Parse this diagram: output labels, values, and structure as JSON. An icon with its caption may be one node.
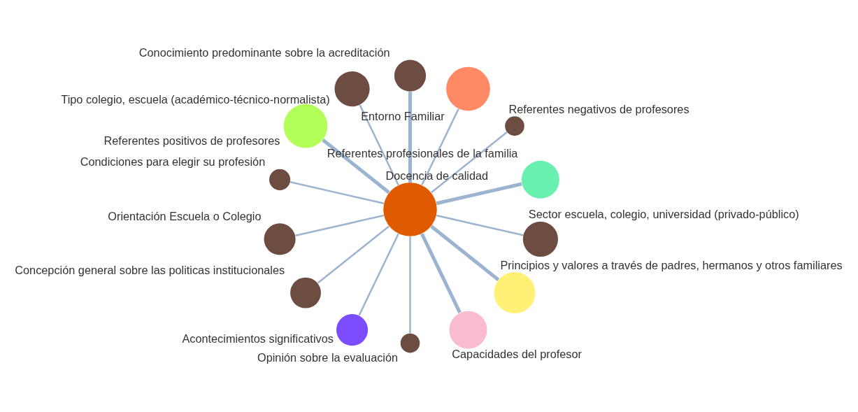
{
  "diagram": {
    "nodes": [
      {
        "text": [
          "Docencia de calidad"
        ]
      },
      {
        "text": [
          "Referentes profesionales de la familia"
        ]
      },
      {
        "text": [
          "Referentes negativos de profesores"
        ]
      },
      {
        "text": [
          "Entorno Familiar"
        ]
      },
      {
        "text": [
          "Conocimiento predominante sobre la acreditación"
        ]
      },
      {
        "text": [
          "Tipo colegio, escuela (académico-técnico-normalista)"
        ]
      },
      {
        "text": [
          "Referentes positivos de profesores"
        ]
      },
      {
        "text": [
          "Condiciones para elegir su profesión"
        ]
      },
      {
        "text": [
          "Orientación Escuela o Colegio"
        ]
      },
      {
        "text": [
          "Concepción general sobre las politicas institucionales"
        ]
      },
      {
        "text": [
          "Acontecimientos significativos"
        ]
      },
      {
        "text": [
          "Opinión sobre la evaluación"
        ]
      },
      {
        "text": [
          "Capacidades del profesor"
        ]
      },
      {
        "text": [
          "Principios y valores a través de padres, hermanos y otros familiares"
        ]
      },
      {
        "text": [
          "Sector escuela, colegio, universidad (privado-público)"
        ]
      }
    ],
    "edges": [
      {
        "from": 0,
        "to": 1,
        "arrow": "none",
        "style": "thick"
      },
      {
        "from": 0,
        "to": 2,
        "arrow": "none"
      },
      {
        "from": 0,
        "to": 3,
        "arrow": "none"
      },
      {
        "from": 0,
        "to": 4,
        "arrow": "none",
        "style": "thick"
      },
      {
        "from": 0,
        "to": 5,
        "arrow": "none"
      },
      {
        "from": 0,
        "to": 6,
        "arrow": "none",
        "style": "thick"
      },
      {
        "from": 0,
        "to": 7,
        "arrow": "none"
      },
      {
        "from": 0,
        "to": 8,
        "arrow": "none"
      },
      {
        "from": 0,
        "to": 9,
        "arrow": "none"
      },
      {
        "from": 0,
        "to": 10,
        "arrow": "none"
      },
      {
        "from": 0,
        "to": 11,
        "arrow": "none"
      },
      {
        "from": 0,
        "to": 12,
        "arrow": "none",
        "style": "thick"
      },
      {
        "from": 0,
        "to": 13,
        "arrow": "none",
        "style": "thick"
      },
      {
        "from": 0,
        "to": 14,
        "arrow": "none"
      }
    ]
  }
}
